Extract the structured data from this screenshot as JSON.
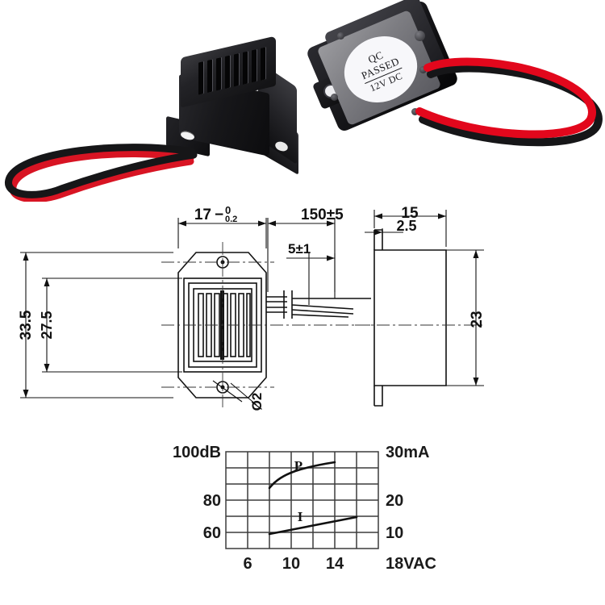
{
  "photo": {
    "left_buzzer": {
      "name": "mechanical-buzzer-black",
      "body_color": "#17171a",
      "grille_slot_count": 8,
      "wire_colors": [
        "#1a1a1a",
        "#d81423"
      ]
    },
    "right_buzzer": {
      "name": "mechanical-buzzer-qc-label",
      "label_line1": "QC",
      "label_line2": "PASSED",
      "label_line3": "12V  DC",
      "shell_color": "#141417",
      "plate_color": "#7d7d82",
      "wire_colors": [
        "#1a1a1a",
        "#e2071c"
      ]
    }
  },
  "drawing": {
    "front_view": {
      "title": "front-view",
      "width_value": "17",
      "width_tol_upper": "0",
      "width_tol_lower": "0.2",
      "height_outer": "33.5",
      "height_inner": "27.5",
      "lead_length": "150±5",
      "strip_length": "5±1",
      "hole_callout": "Ø2",
      "grille_slot_count": 8
    },
    "side_view": {
      "title": "side-view",
      "depth": "15",
      "flange_thickness": "2.5",
      "height": "23"
    }
  },
  "chart_data": {
    "type": "line",
    "title": "",
    "xlabel": "18VAC",
    "ylabel": "100dB",
    "y2label": "30mA",
    "x": [
      6,
      8,
      10,
      12,
      14,
      16,
      18
    ],
    "xlim": [
      4,
      18
    ],
    "ylim": [
      50,
      100
    ],
    "y2lim": [
      0,
      30
    ],
    "xticks": [
      6,
      10,
      14,
      18
    ],
    "xticklabels": [
      "6",
      "10",
      "14",
      "18VAC"
    ],
    "yticks": [
      60,
      80,
      100
    ],
    "yticklabels": [
      "60",
      "80",
      "100dB"
    ],
    "y2ticks": [
      10,
      20,
      30
    ],
    "y2ticklabels": [
      "10",
      "20",
      "30mA"
    ],
    "grid": true,
    "grid_cols": 7,
    "grid_rows": 6,
    "series": [
      {
        "name": "P",
        "label": "P",
        "axis": "left",
        "unit": "dB",
        "x": [
          8,
          9,
          10,
          11,
          12,
          13,
          14
        ],
        "values": [
          78,
          82,
          84,
          85,
          86,
          86.5,
          87
        ]
      },
      {
        "name": "I",
        "label": "I",
        "axis": "left",
        "unit": "mA",
        "x": [
          8,
          10,
          12,
          14,
          15
        ],
        "values": [
          59,
          61.5,
          64,
          66.5,
          68
        ]
      }
    ]
  }
}
